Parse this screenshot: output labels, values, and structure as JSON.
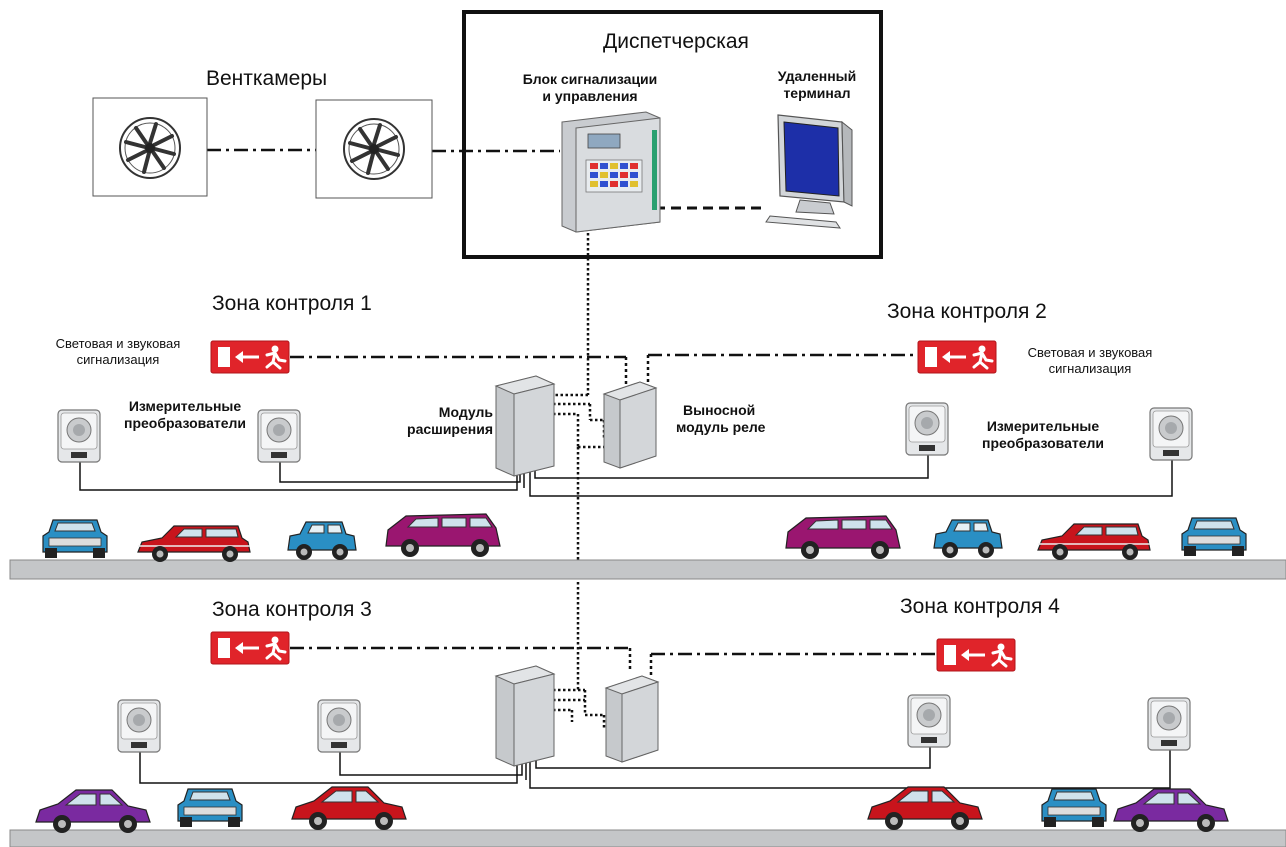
{
  "control_room": {
    "title": "Диспетчерская"
  },
  "ventilation": {
    "label": "Венткамеры"
  },
  "alarm_unit": {
    "label_line1": "Блок сигнализации",
    "label_line2": "и управления"
  },
  "remote_terminal": {
    "label_line1": "Удаленный",
    "label_line2": "терминал"
  },
  "zones": [
    {
      "label": "Зона контроля 1"
    },
    {
      "label": "Зона контроля 2"
    },
    {
      "label": "Зона контроля 3"
    },
    {
      "label": "Зона контроля 4"
    }
  ],
  "signal_label": {
    "line1": "Световая и звуковая",
    "line2": "сигнализация"
  },
  "sensors_label": {
    "line1": "Измерительные",
    "line2": "преобразователи"
  },
  "expansion_module": {
    "line1": "Модуль",
    "line2": "расширения"
  },
  "relay_module": {
    "line1": "Выносной",
    "line2": "модуль реле"
  },
  "colors": {
    "sign_red": "#e0242a",
    "device_grey": "#c9ccd0",
    "screen_blue": "#1d2fa8",
    "floor_grey": "#c4c6c8",
    "car_blue": "#2a8fc4",
    "car_red": "#c8141c",
    "car_magenta": "#9a1670",
    "car_purple": "#7a2aa0"
  },
  "icons": [
    "fan-icon",
    "exit-sign-icon",
    "gas-sensor-icon",
    "car-icon",
    "monitor-icon"
  ]
}
